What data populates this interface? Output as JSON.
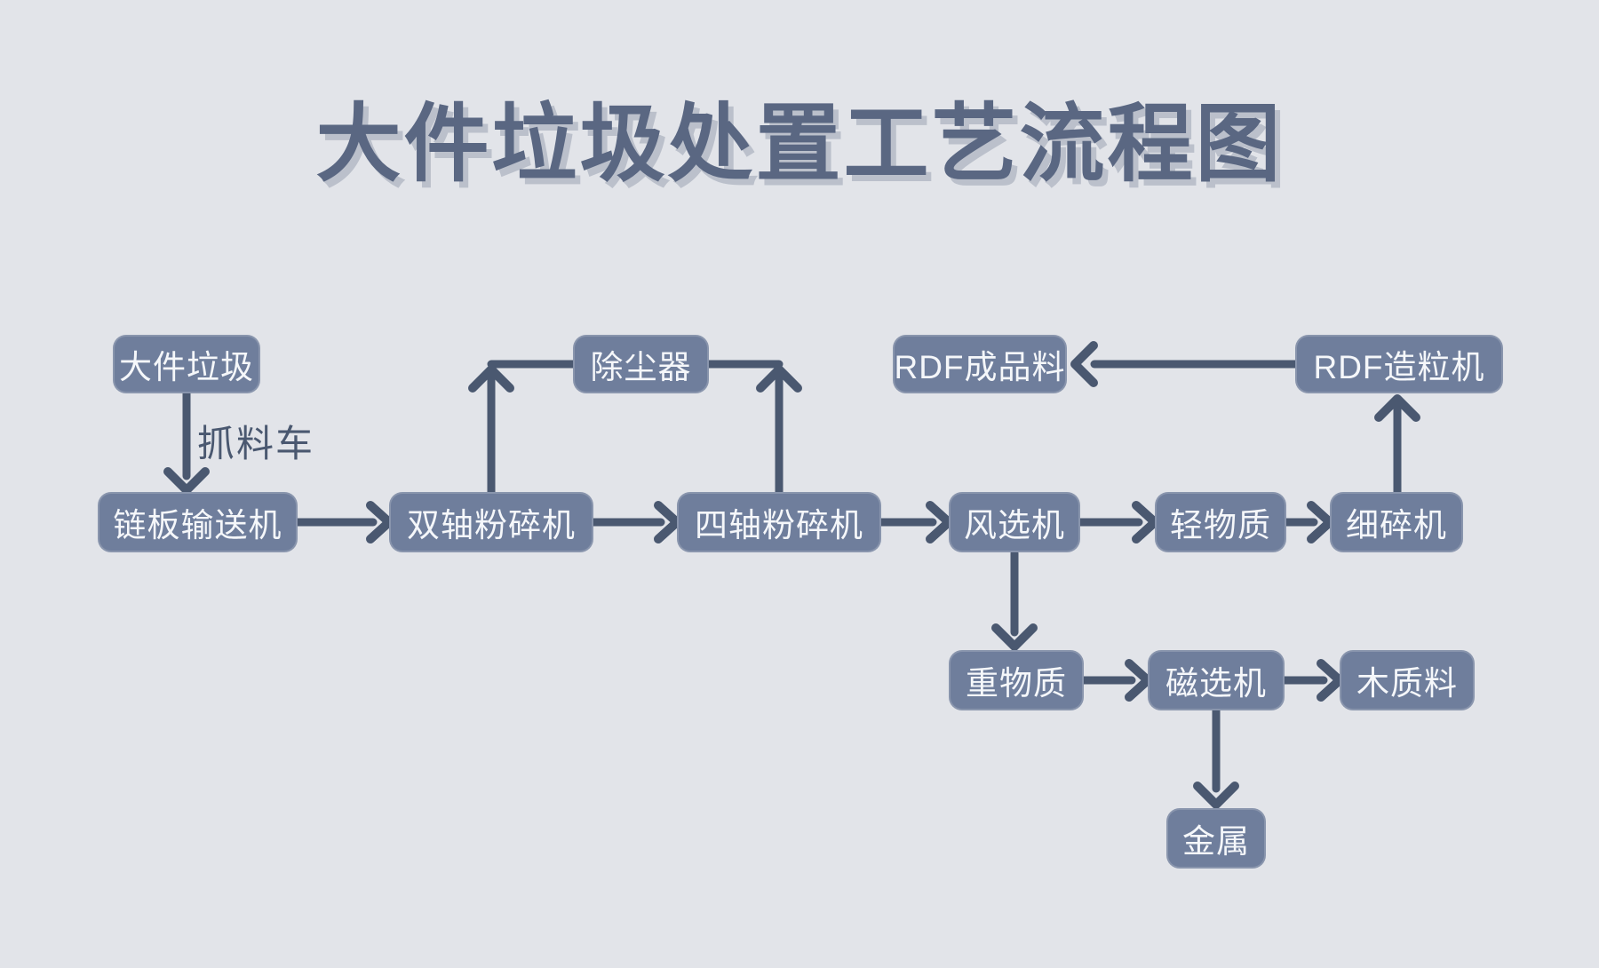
{
  "title": "大件垃圾处置工艺流程图",
  "colors": {
    "background": "#e2e4e9",
    "node_fill": "#6f7e9c",
    "node_text": "#f5f7fa",
    "arrow": "#4a5870",
    "title_text": "#5a6782"
  },
  "flowchart": {
    "nodes": [
      {
        "id": "bulky-waste",
        "label": "大件垃圾"
      },
      {
        "id": "dust-collector",
        "label": "除尘器"
      },
      {
        "id": "rdf-product",
        "label": "RDF成品料"
      },
      {
        "id": "rdf-granulator",
        "label": "RDF造粒机"
      },
      {
        "id": "chain-plate-conveyor",
        "label": "链板输送机"
      },
      {
        "id": "double-shaft-shredder",
        "label": "双轴粉碎机"
      },
      {
        "id": "four-shaft-shredder",
        "label": "四轴粉碎机"
      },
      {
        "id": "air-separator",
        "label": "风选机"
      },
      {
        "id": "light-material",
        "label": "轻物质"
      },
      {
        "id": "fine-crusher",
        "label": "细碎机"
      },
      {
        "id": "heavy-material",
        "label": "重物质"
      },
      {
        "id": "magnetic-separator",
        "label": "磁选机"
      },
      {
        "id": "wood-material",
        "label": "木质料"
      },
      {
        "id": "metal",
        "label": "金属"
      }
    ],
    "edge_labels": [
      {
        "id": "grab-truck",
        "label": "抓料车"
      }
    ],
    "edges": [
      {
        "from": "bulky-waste",
        "to": "chain-plate-conveyor",
        "label": "抓料车"
      },
      {
        "from": "chain-plate-conveyor",
        "to": "double-shaft-shredder"
      },
      {
        "from": "double-shaft-shredder",
        "to": "dust-collector"
      },
      {
        "from": "four-shaft-shredder",
        "to": "dust-collector"
      },
      {
        "from": "double-shaft-shredder",
        "to": "four-shaft-shredder"
      },
      {
        "from": "four-shaft-shredder",
        "to": "air-separator"
      },
      {
        "from": "air-separator",
        "to": "light-material"
      },
      {
        "from": "light-material",
        "to": "fine-crusher"
      },
      {
        "from": "fine-crusher",
        "to": "rdf-granulator"
      },
      {
        "from": "rdf-granulator",
        "to": "rdf-product"
      },
      {
        "from": "air-separator",
        "to": "heavy-material"
      },
      {
        "from": "heavy-material",
        "to": "magnetic-separator"
      },
      {
        "from": "magnetic-separator",
        "to": "wood-material"
      },
      {
        "from": "magnetic-separator",
        "to": "metal"
      }
    ]
  }
}
